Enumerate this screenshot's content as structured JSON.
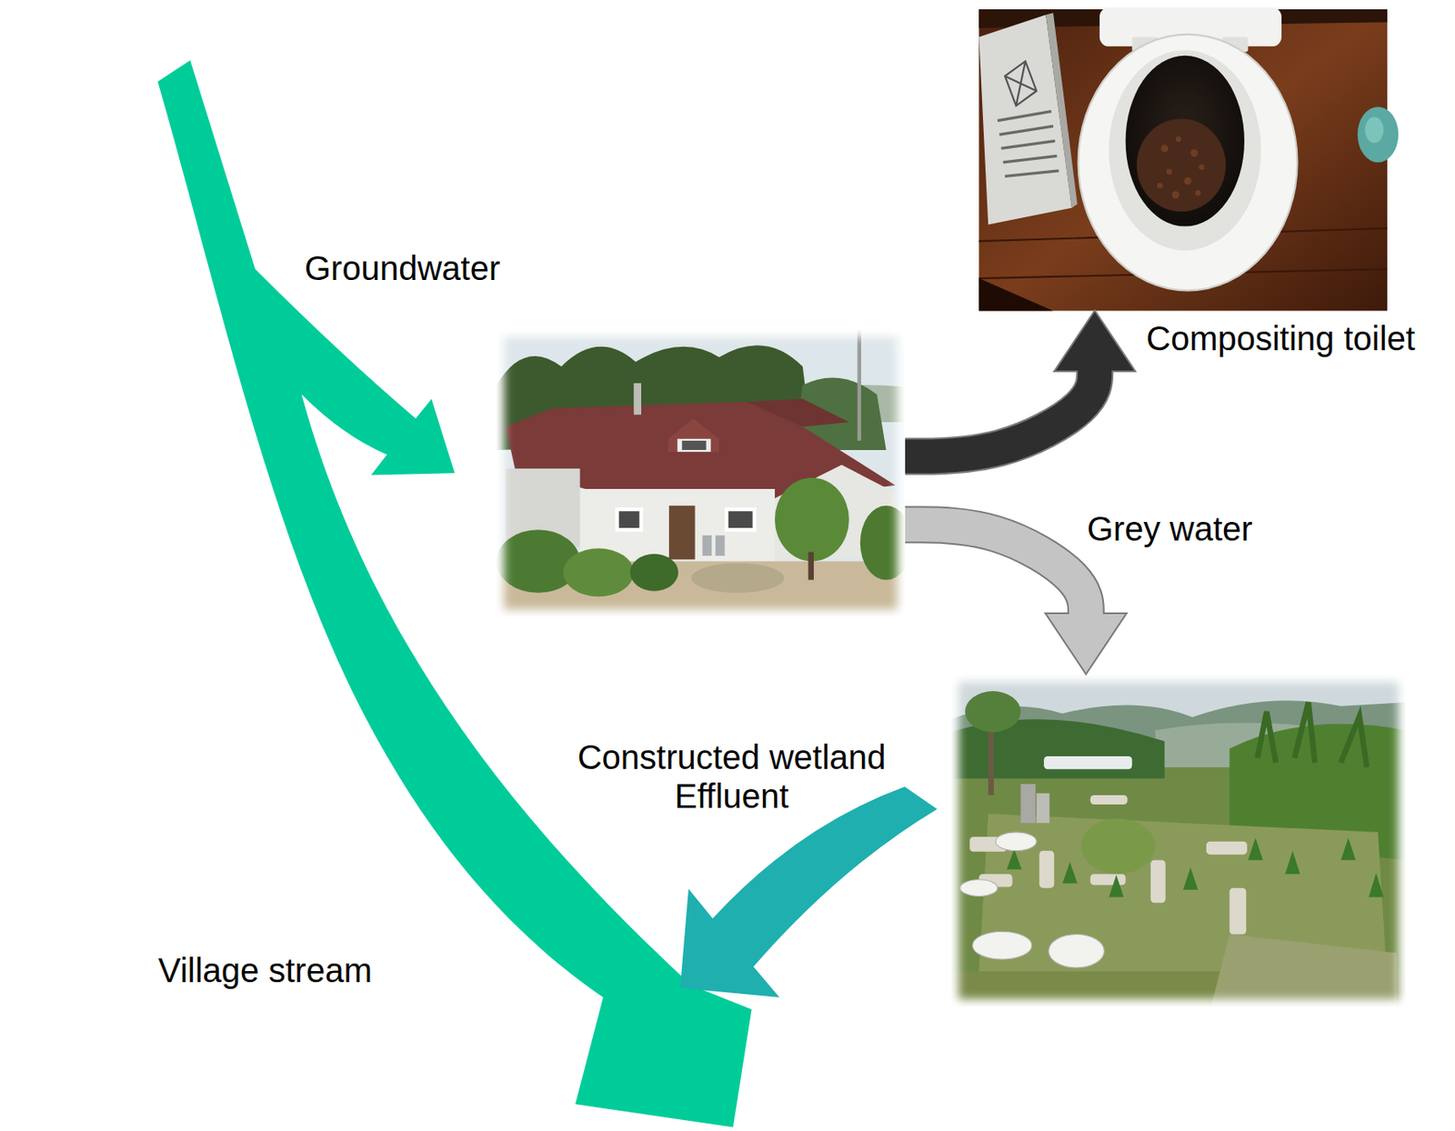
{
  "diagram": {
    "nodes": [
      {
        "text": [
          "Compositing toilet"
        ]
      },
      {
        "text": []
      },
      {
        "text": []
      }
    ],
    "edges": [
      {
        "from": 1,
        "to": 0,
        "arrow": "to"
      },
      {
        "from": 1,
        "to": 2,
        "label": "Grey water",
        "arrow": "to"
      }
    ],
    "labels": [
      "Groundwater",
      "Constructed wetland Effluent",
      "Village stream"
    ]
  }
}
